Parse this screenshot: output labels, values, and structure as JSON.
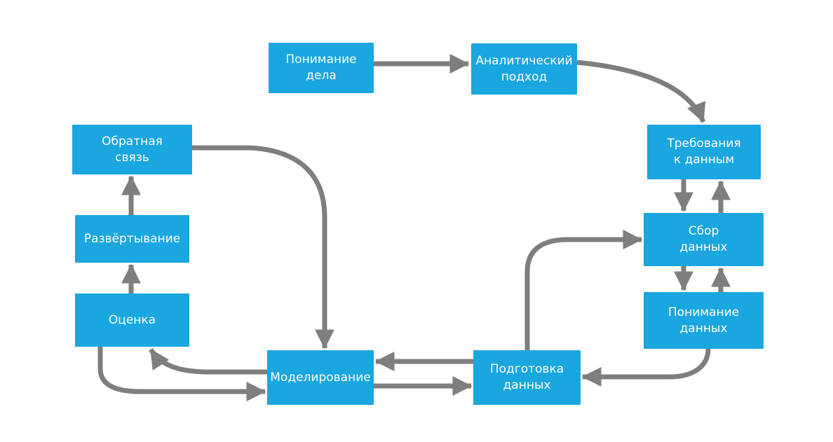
{
  "diagram": {
    "type": "flowchart",
    "language": "ru",
    "colors": {
      "node_fill": "#1aa6df",
      "node_text": "#ffffff",
      "arrow": "#7e7e7e",
      "background": "#ffffff"
    },
    "nodes": [
      {
        "id": "business-understanding",
        "label": "Понимание\nдела"
      },
      {
        "id": "analytic-approach",
        "label": "Аналитический\nподход"
      },
      {
        "id": "data-requirements",
        "label": "Требования\nк данным"
      },
      {
        "id": "data-collection",
        "label": "Сбор\nданных"
      },
      {
        "id": "data-understanding",
        "label": "Понимание\nданных"
      },
      {
        "id": "data-preparation",
        "label": "Подготовка\nданных"
      },
      {
        "id": "modeling",
        "label": "Моделирование"
      },
      {
        "id": "evaluation",
        "label": "Оценка"
      },
      {
        "id": "deployment",
        "label": "Развёртывание"
      },
      {
        "id": "feedback",
        "label": "Обратная\nсвязь"
      }
    ],
    "edges": [
      {
        "from": "business-understanding",
        "to": "analytic-approach"
      },
      {
        "from": "analytic-approach",
        "to": "data-requirements"
      },
      {
        "from": "data-requirements",
        "to": "data-collection"
      },
      {
        "from": "data-collection",
        "to": "data-requirements"
      },
      {
        "from": "data-collection",
        "to": "data-understanding"
      },
      {
        "from": "data-understanding",
        "to": "data-collection"
      },
      {
        "from": "data-understanding",
        "to": "data-preparation"
      },
      {
        "from": "data-preparation",
        "to": "data-collection"
      },
      {
        "from": "data-preparation",
        "to": "modeling"
      },
      {
        "from": "modeling",
        "to": "data-preparation"
      },
      {
        "from": "feedback",
        "to": "modeling"
      },
      {
        "from": "modeling",
        "to": "evaluation"
      },
      {
        "from": "evaluation",
        "to": "modeling"
      },
      {
        "from": "evaluation",
        "to": "deployment"
      },
      {
        "from": "deployment",
        "to": "feedback"
      }
    ]
  }
}
